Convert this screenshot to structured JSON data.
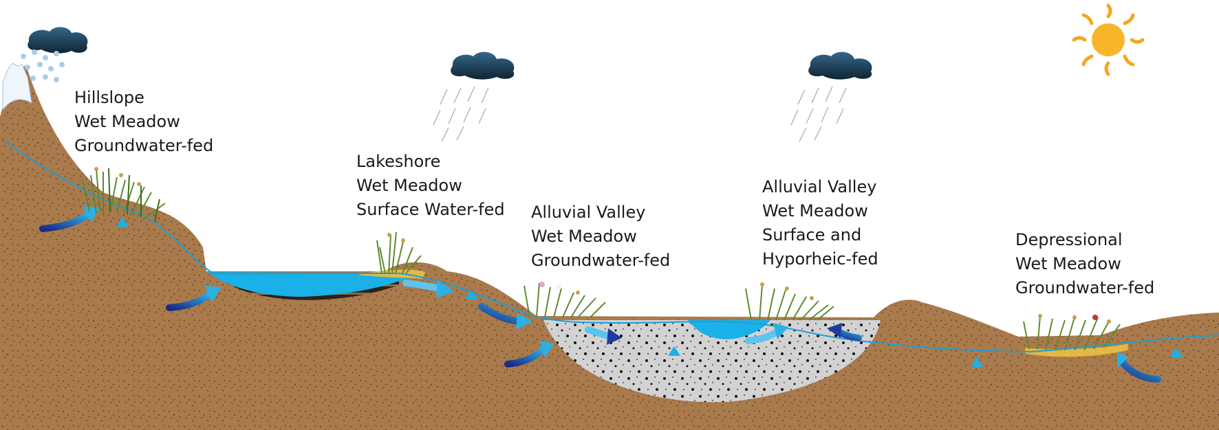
{
  "labels": {
    "hillslope": [
      "Hillslope",
      "Wet Meadow",
      "Groundwater-fed"
    ],
    "lakeshore": [
      "Lakeshore",
      "Wet Meadow",
      "Surface Water-fed"
    ],
    "alluvial_gw": [
      "Alluvial Valley",
      "Wet Meadow",
      "Groundwater-fed"
    ],
    "alluvial_sh": [
      "Alluvial Valley",
      "Wet Meadow",
      "Surface and",
      "Hyporheic-fed"
    ],
    "depressional": [
      "Depressional",
      "Wet Meadow",
      "Groundwater-fed"
    ]
  },
  "colors": {
    "soil": "#a97a4c",
    "soil_dark": "#7a4f2a",
    "water": "#1ab0e8",
    "water_table": "#1e9fd6",
    "gravel": "#cfcfcf",
    "lake_sediment": "#2b2118",
    "wet_soil": "#e3b84a",
    "cloud_top": "#2f5f7a",
    "cloud_bottom": "#0f2a3a",
    "sun": "#f5b722",
    "flow_arrow_dark": "#1f2c8a",
    "flow_arrow_light": "#2aa8e0",
    "grass": "#5e8a2e"
  },
  "icons": [
    "cloud-icon",
    "snowflake-icon",
    "rain-icon",
    "sun-icon",
    "water-table-triangle-icon",
    "flow-arrow-icon",
    "grass-icon"
  ]
}
